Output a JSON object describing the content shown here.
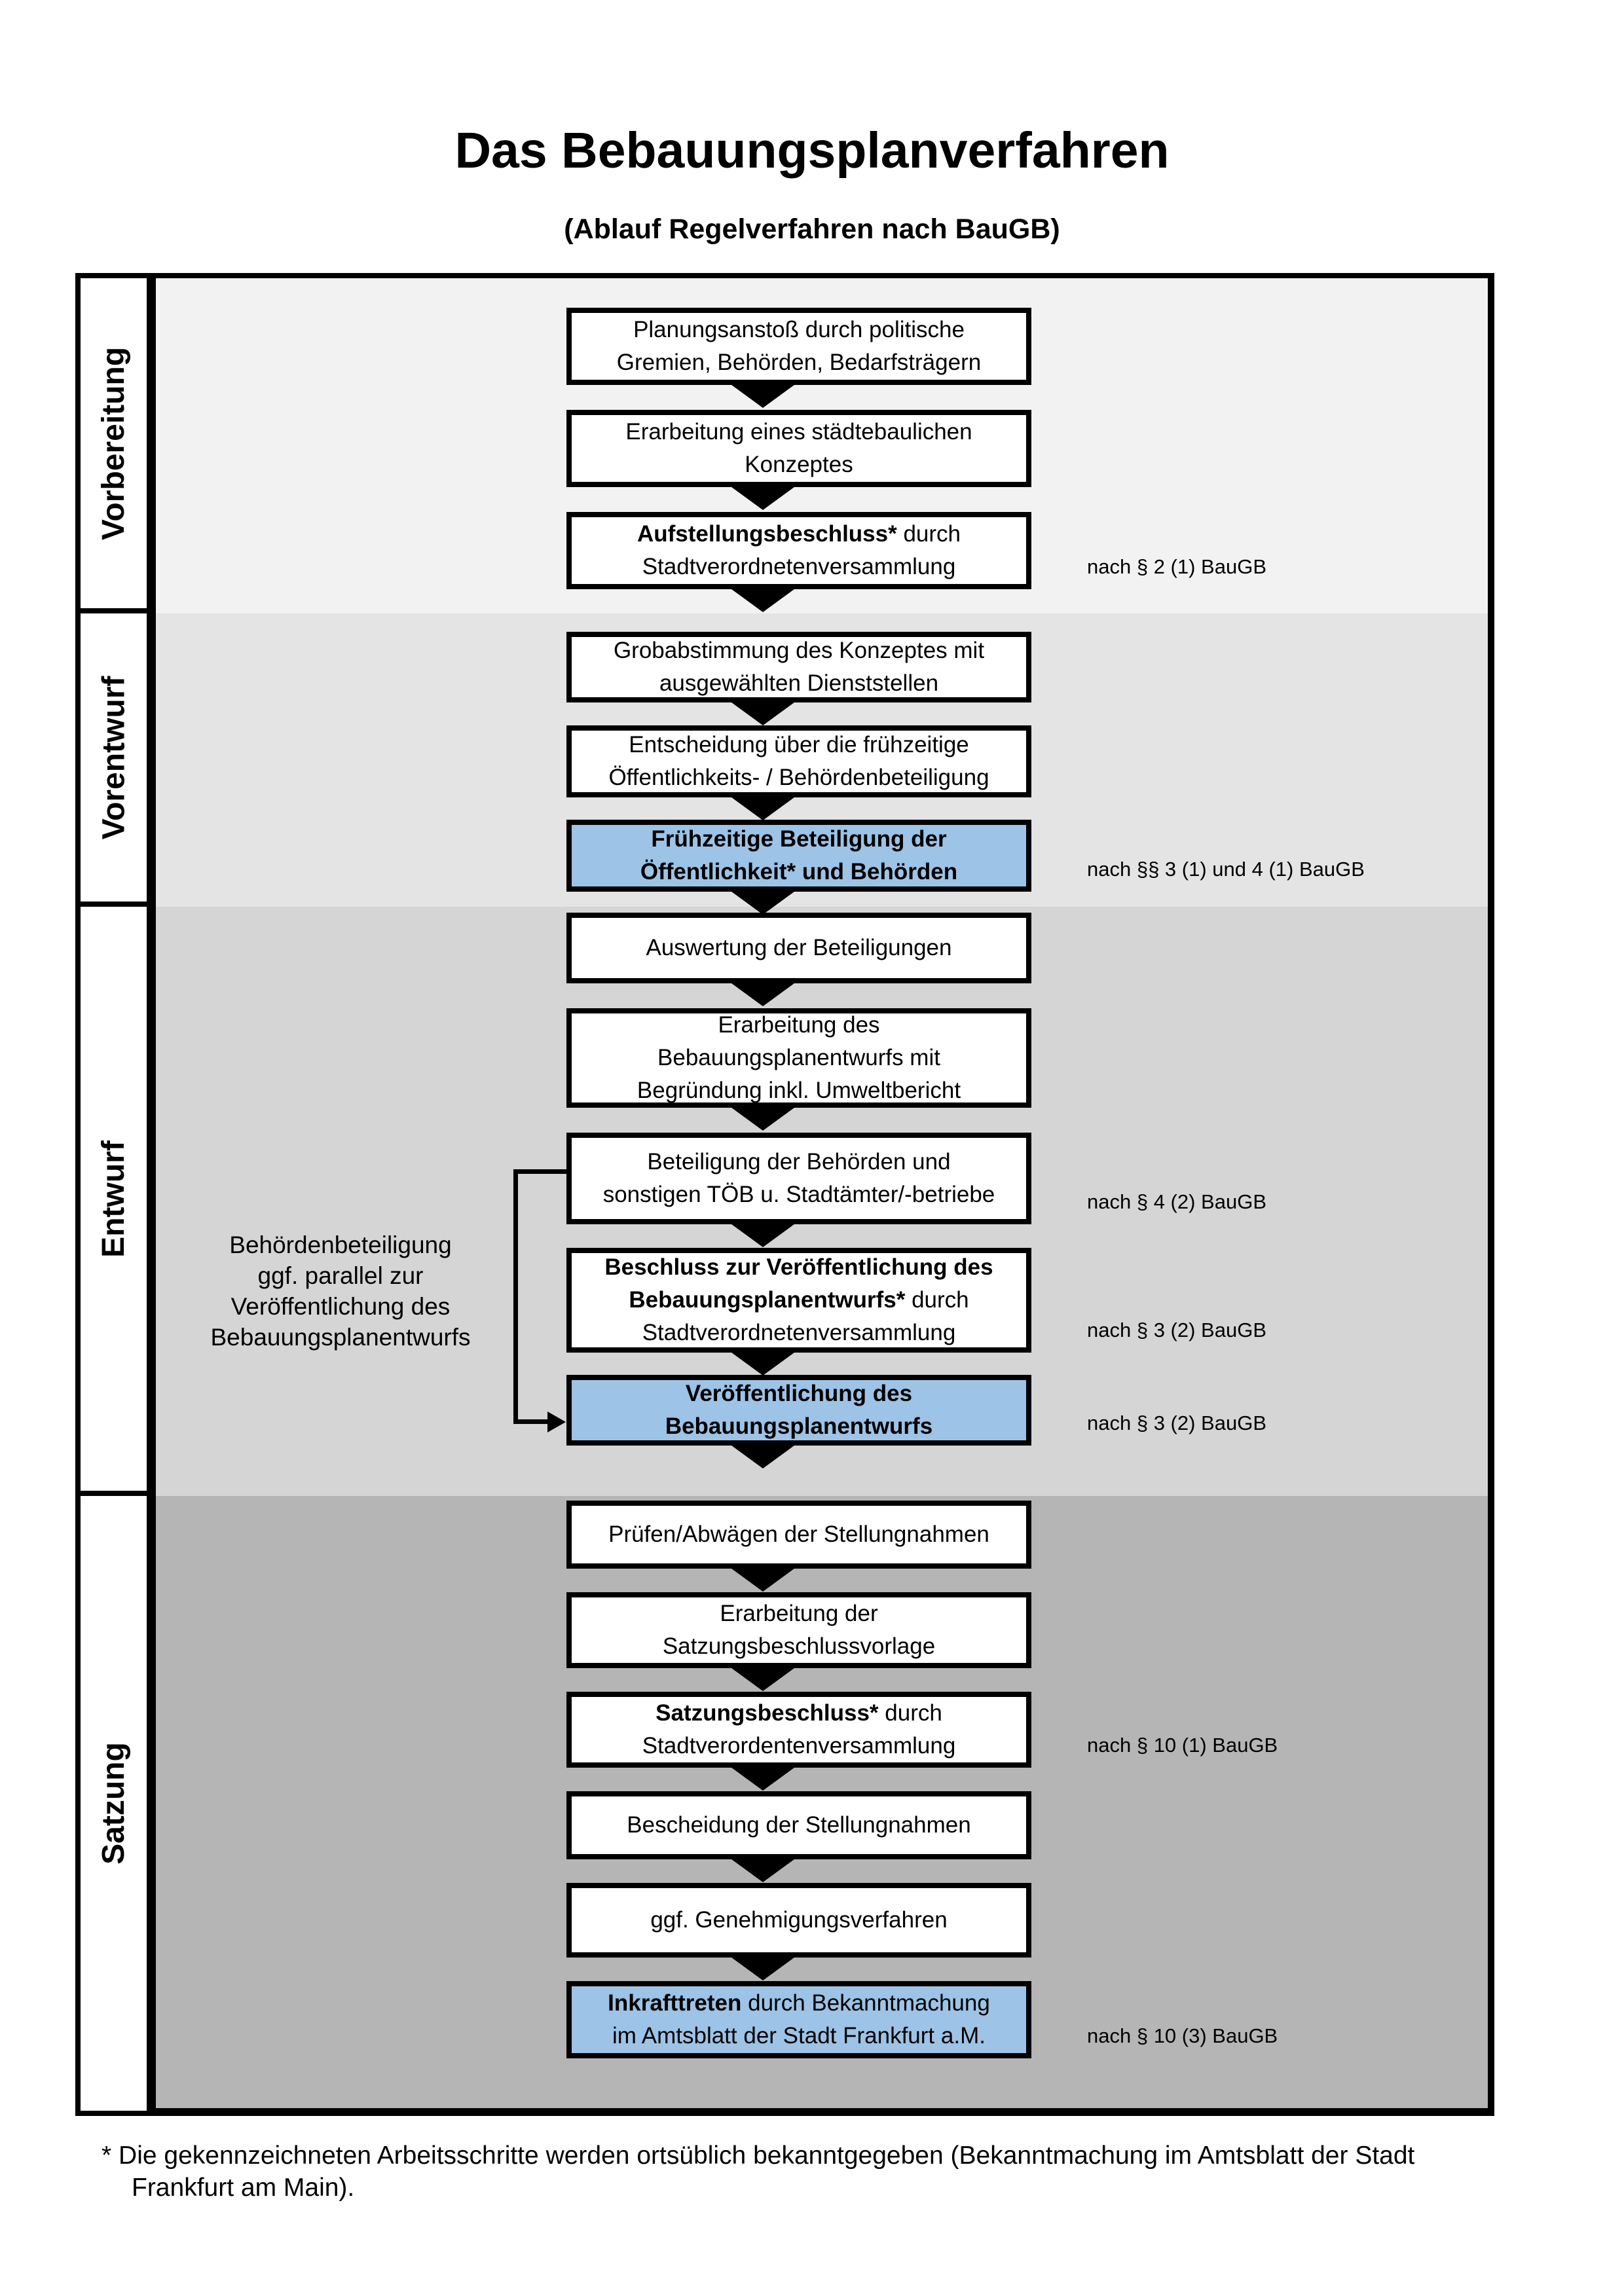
{
  "title": "Das Bebauungsplanverfahren",
  "subtitle": "(Ablauf Regelverfahren nach BauGB)",
  "colors": {
    "highlight_blue": "#9dc3e6",
    "band_grays": [
      "#f2f2f2",
      "#e4e4e4",
      "#d5d5d5",
      "#b5b5b5"
    ],
    "border_black": "#000000"
  },
  "bands": [
    {
      "label": "Vorbereitung",
      "boxes": [
        {
          "lines": [
            [
              {
                "t": "Planungsanstoß durch politische"
              }
            ],
            [
              {
                "t": "Gremien, Behörden, Bedarfsträgern"
              }
            ]
          ]
        },
        {
          "lines": [
            [
              {
                "t": "Erarbeitung eines städtebaulichen"
              }
            ],
            [
              {
                "t": "Konzeptes"
              }
            ]
          ]
        },
        {
          "lines": [
            [
              {
                "t": "Aufstellungsbeschluss*",
                "b": true
              },
              {
                "t": " durch"
              }
            ],
            [
              {
                "t": "Stadtverordnetenversammlung"
              }
            ]
          ],
          "ref": "nach § 2 (1) BauGB"
        }
      ]
    },
    {
      "label": "Vorentwurf",
      "boxes": [
        {
          "lines": [
            [
              {
                "t": "Grobabstimmung des Konzeptes mit"
              }
            ],
            [
              {
                "t": "ausgewählten Dienststellen"
              }
            ]
          ]
        },
        {
          "lines": [
            [
              {
                "t": "Entscheidung über die frühzeitige"
              }
            ],
            [
              {
                "t": "Öffentlichkeits- / Behördenbeteiligung"
              }
            ]
          ]
        },
        {
          "highlight": true,
          "lines": [
            [
              {
                "t": "Frühzeitige Beteiligung der",
                "b": true
              }
            ],
            [
              {
                "t": "Öffentlichkeit* und Behörden",
                "b": true
              }
            ]
          ],
          "ref": "nach §§ 3 (1) und 4 (1) BauGB"
        }
      ]
    },
    {
      "label": "Entwurf",
      "boxes": [
        {
          "lines": [
            [
              {
                "t": "Auswertung der Beteiligungen"
              }
            ]
          ]
        },
        {
          "lines": [
            [
              {
                "t": "Erarbeitung des"
              }
            ],
            [
              {
                "t": "Bebauungsplanentwurfs mit"
              }
            ],
            [
              {
                "t": "Begründung inkl. Umweltbericht"
              }
            ]
          ]
        },
        {
          "lines": [
            [
              {
                "t": "Beteiligung der Behörden und"
              }
            ],
            [
              {
                "t": "sonstigen TÖB u. Stadtämter/-betriebe"
              }
            ]
          ],
          "ref": "nach § 4 (2) BauGB"
        },
        {
          "lines": [
            [
              {
                "t": "Beschluss zur Veröffentlichung des",
                "b": true
              }
            ],
            [
              {
                "t": "Bebauungsplanentwurfs*",
                "b": true
              },
              {
                "t": " durch"
              }
            ],
            [
              {
                "t": "Stadtverordnetenversammlung"
              }
            ]
          ],
          "ref": "nach § 3 (2) BauGB"
        },
        {
          "highlight": true,
          "lines": [
            [
              {
                "t": "Veröffentlichung des",
                "b": true
              }
            ],
            [
              {
                "t": "Bebauungsplanentwurfs",
                "b": true
              }
            ]
          ],
          "ref": "nach § 3 (2) BauGB"
        }
      ]
    },
    {
      "label": "Satzung",
      "boxes": [
        {
          "lines": [
            [
              {
                "t": "Prüfen/Abwägen der Stellungnahmen"
              }
            ]
          ]
        },
        {
          "lines": [
            [
              {
                "t": "Erarbeitung der"
              }
            ],
            [
              {
                "t": "Satzungsbeschlussvorlage"
              }
            ]
          ]
        },
        {
          "lines": [
            [
              {
                "t": "Satzungsbeschluss*",
                "b": true
              },
              {
                "t": " durch"
              }
            ],
            [
              {
                "t": "Stadtverordentenversammlung"
              }
            ]
          ],
          "ref": "nach § 10 (1) BauGB"
        },
        {
          "lines": [
            [
              {
                "t": "Bescheidung der Stellungnahmen"
              }
            ]
          ]
        },
        {
          "lines": [
            [
              {
                "t": "ggf. Genehmigungsverfahren"
              }
            ]
          ]
        },
        {
          "highlight": true,
          "lines": [
            [
              {
                "t": "Inkrafttreten",
                "b": true
              },
              {
                "t": " durch Bekanntmachung"
              }
            ],
            [
              {
                "t": "im Amtsblatt der Stadt Frankfurt a.M."
              }
            ]
          ],
          "ref": "nach § 10 (3) BauGB"
        }
      ]
    }
  ],
  "side_annotation": {
    "lines": [
      "Behördenbeteiligung",
      "ggf. parallel zur",
      "Veröffentlichung des",
      "Bebauungsplanentwurfs"
    ]
  },
  "footnote": {
    "marker": "*",
    "line1": "Die gekennzeichneten Arbeitsschritte werden ortsüblich bekanntgegeben (Bekanntmachung im Amtsblatt  der Stadt",
    "line2": "Frankfurt am Main)."
  }
}
